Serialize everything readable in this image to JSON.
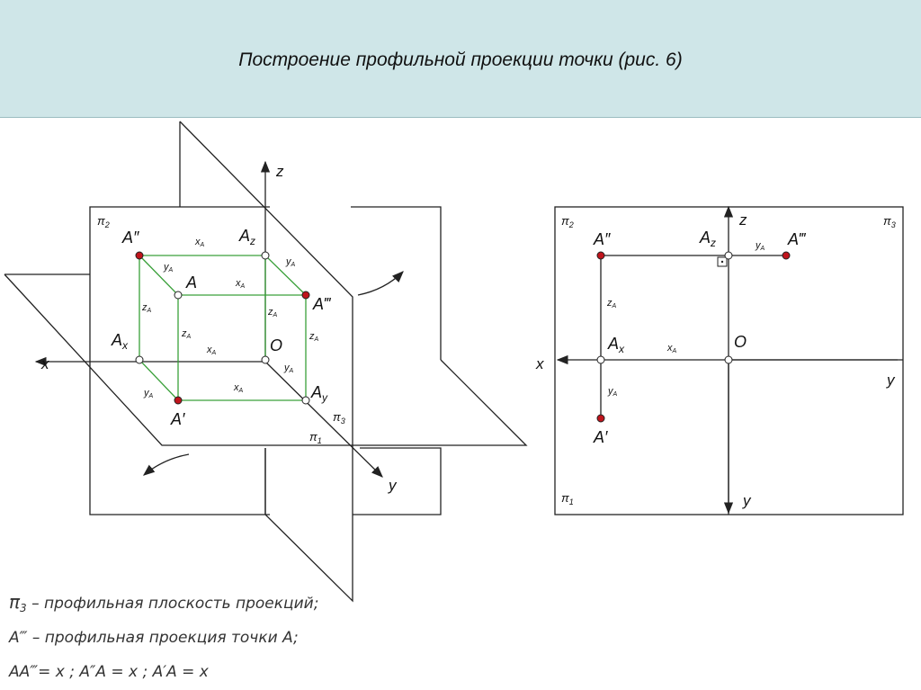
{
  "slide": {
    "title": "Построение профильной проекции точки (рис. 6)"
  },
  "colors": {
    "header_bg": "#cfe6e8",
    "line": "#222222",
    "construction": "#3aa03a",
    "point_fill": "#c0141c"
  },
  "left_figure": {
    "axes": {
      "x": "x",
      "y": "y",
      "z": "z",
      "origin": "O"
    },
    "planes": {
      "p2": "π",
      "p2_sub": "2",
      "p3": "π",
      "p3_sub": "3",
      "p1": "π",
      "p1_sub": "1"
    },
    "points": {
      "A2": "A″",
      "Az": "A",
      "Az_sub": "z",
      "A": "A",
      "A3": "A‴",
      "Ax": "A",
      "Ax_sub": "x",
      "O": "O",
      "Ay": "A",
      "Ay_sub": "y",
      "A1": "A′"
    },
    "dims": {
      "x": "x",
      "y": "y",
      "z": "z",
      "sub": "A"
    }
  },
  "right_figure": {
    "axes": {
      "x": "x",
      "y_h": "y",
      "y_v": "y",
      "z": "z",
      "origin": "O"
    },
    "planes": {
      "p2": "π",
      "p2_sub": "2",
      "p3": "π",
      "p3_sub": "3",
      "p1": "π",
      "p1_sub": "1"
    },
    "points": {
      "A2": "A″",
      "Az": "A",
      "Az_sub": "z",
      "A3": "A‴",
      "Ax": "A",
      "Ax_sub": "x",
      "A1": "A′"
    },
    "dims": {
      "x": "x",
      "y": "y",
      "z": "z",
      "sub": "A"
    }
  },
  "captions": {
    "line1_pi": "π",
    "line1_sub": "3",
    "line1_text": " – профильная плоскость проекций;",
    "line2_text": "A‴ – профильная проекция точки A;",
    "line3_text": "AA‴= x  ; A″A = x   ;  A′A  = x"
  }
}
